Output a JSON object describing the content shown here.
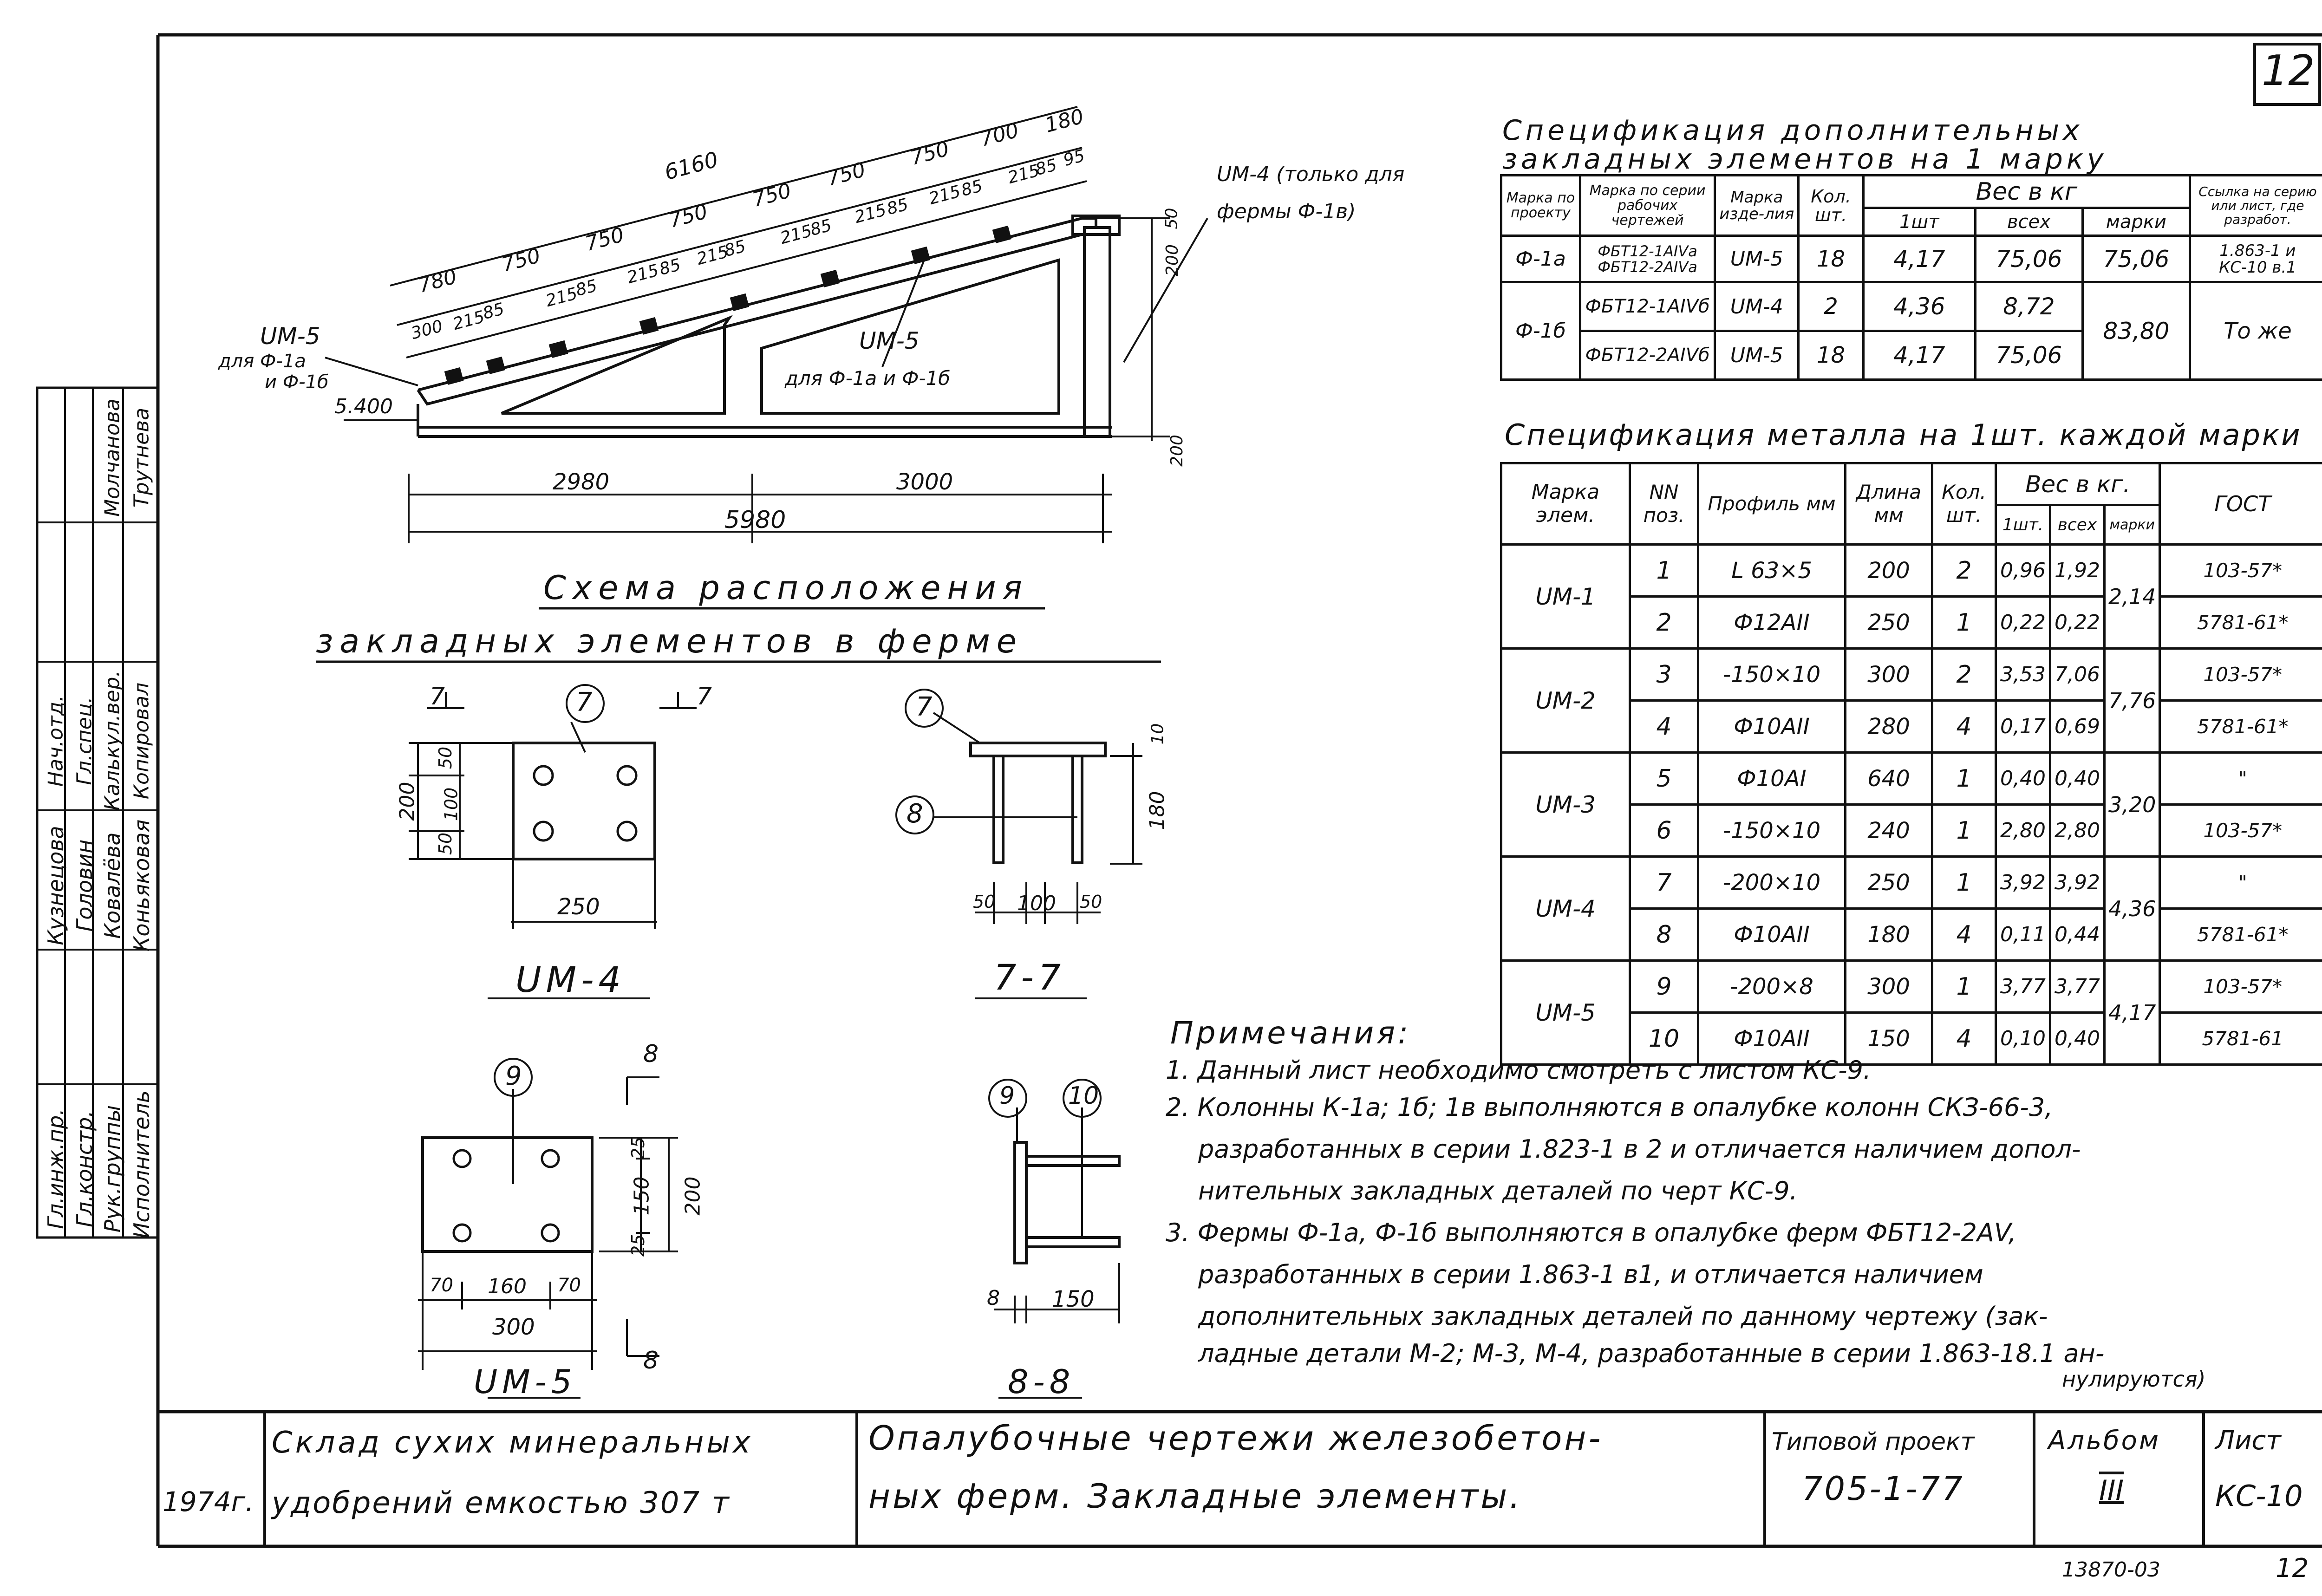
{
  "sheet": {
    "corner_number": "12",
    "bottom_code": "13870-03",
    "bottom_number": "12"
  },
  "approvals": {
    "roles": [
      "Гл.инж.пр.",
      "Гл.констр.",
      "Рук.группы",
      "Исполнитель"
    ],
    "names_a": [
      "Кузнецова",
      "Головин",
      "Ковалёва",
      "Коньяковая"
    ],
    "roles_b": [
      "Нач.отд.",
      "Гл.спец.",
      "Калькул.вер.",
      "Копировал"
    ],
    "names_b": [
      "Молчанова",
      "Трутнева"
    ]
  },
  "truss_scheme": {
    "title_line1": "Схема расположения",
    "title_line2": "закладных элементов в ферме",
    "dim_total_top": "6160",
    "dims_top": [
      "780",
      "750",
      "750",
      "750",
      "750",
      "750",
      "750",
      "700",
      "180"
    ],
    "dims_small": [
      "300",
      "215",
      "85",
      "215",
      "85",
      "215",
      "85",
      "215",
      "85",
      "215",
      "85",
      "215",
      "85",
      "215",
      "85",
      "215",
      "85",
      "215",
      "95"
    ],
    "dim_bottom_left": "2980",
    "dim_bottom_right": "3000",
    "dim_bottom_total": "5980",
    "level": "5.400",
    "dim_right_top": "50",
    "dim_right_mid": "200",
    "dim_right_bottom": "200",
    "label_um5_left": "UM-5",
    "label_um5_left_sub1": "для Ф-1а",
    "label_um5_left_sub2": "и Ф-1б",
    "label_um5_mid": "UM-5",
    "label_um5_mid_sub": "для Ф-1а и Ф-1б",
    "label_um4_line1": "UM-4 (только для",
    "label_um4_line2": "фермы Ф-1в)"
  },
  "detail_um4": {
    "title": "UM-4",
    "pos": "7",
    "cut_label": "7",
    "dim_width": "250",
    "dim_height": "200",
    "dims_vert": [
      "50",
      "100",
      "50"
    ]
  },
  "detail_77": {
    "title": "7-7",
    "pos_a": "7",
    "pos_b": "8",
    "dim_height": "180",
    "dim_thick": "10",
    "dims_horiz": [
      "50",
      "100",
      "50"
    ]
  },
  "detail_um5": {
    "title": "UM-5",
    "pos": "9",
    "cut_label": "8",
    "dim_width": "300",
    "dims_horiz": [
      "70",
      "160",
      "70"
    ],
    "dims_vert": [
      "25",
      "150",
      "25"
    ],
    "dim_height": "200"
  },
  "detail_88": {
    "title": "8-8",
    "pos_a": "9",
    "pos_b": "10",
    "dim_a": "8",
    "dim_b": "150"
  },
  "spec1": {
    "title_line1": "Спецификация дополнительных",
    "title_line2": "закладных элементов на 1 марку",
    "headers": {
      "mark": "Марка по проекту",
      "series": "Марка по серии рабочих чертежей",
      "item": "Марка изде-лия",
      "qty": "Кол. шт.",
      "weight": "Вес в кг",
      "w1": "1шт",
      "wall": "всех",
      "wmark": "марки",
      "ref": "Ссылка на серию или лист, где разработ."
    },
    "rows": [
      {
        "mark": "Ф-1а",
        "series": "ФБТ12-1АIVа ФБТ12-2АIVа",
        "item": "UM-5",
        "qty": "18",
        "w1": "4,17",
        "wall": "75,06",
        "wmark": "75,06",
        "ref": "1.863-1 и КС-10 в.1"
      },
      {
        "mark": "Ф-1б",
        "series": "ФБТ12-1АIVб",
        "item": "UM-4",
        "qty": "2",
        "w1": "4,36",
        "wall": "8,72",
        "wmark": "83,80",
        "ref": "То же"
      },
      {
        "mark": "",
        "series": "ФБТ12-2АIVб",
        "item": "UM-5",
        "qty": "18",
        "w1": "4,17",
        "wall": "75,06",
        "wmark": "",
        "ref": ""
      }
    ]
  },
  "spec2": {
    "title": "Спецификация металла на 1шт. каждой марки",
    "headers": {
      "mark": "Марка элем.",
      "pos": "NN поз.",
      "profile": "Профиль мм",
      "length": "Длина мм",
      "qty": "Кол. шт.",
      "weight": "Вес в кг.",
      "w1": "1шт.",
      "wall": "всех",
      "wmark": "марки",
      "gost": "ГОСТ"
    },
    "groups": [
      {
        "mark": "UM-1",
        "wmark": "2,14",
        "rows": [
          {
            "pos": "1",
            "profile": "L 63×5",
            "length": "200",
            "qty": "2",
            "w1": "0,96",
            "wall": "1,92",
            "gost": "103-57*"
          },
          {
            "pos": "2",
            "profile": "Ф12АII",
            "length": "250",
            "qty": "1",
            "w1": "0,22",
            "wall": "0,22",
            "gost": "5781-61*"
          }
        ]
      },
      {
        "mark": "UM-2",
        "wmark": "7,76",
        "rows": [
          {
            "pos": "3",
            "profile": "-150×10",
            "length": "300",
            "qty": "2",
            "w1": "3,53",
            "wall": "7,06",
            "gost": "103-57*"
          },
          {
            "pos": "4",
            "profile": "Ф10АII",
            "length": "280",
            "qty": "4",
            "w1": "0,17",
            "wall": "0,69",
            "gost": "5781-61*"
          }
        ]
      },
      {
        "mark": "UM-3",
        "wmark": "3,20",
        "rows": [
          {
            "pos": "5",
            "profile": "Ф10АI",
            "length": "640",
            "qty": "1",
            "w1": "0,40",
            "wall": "0,40",
            "gost": "\""
          },
          {
            "pos": "6",
            "profile": "-150×10",
            "length": "240",
            "qty": "1",
            "w1": "2,80",
            "wall": "2,80",
            "gost": "103-57*"
          }
        ]
      },
      {
        "mark": "UM-4",
        "wmark": "4,36",
        "rows": [
          {
            "pos": "7",
            "profile": "-200×10",
            "length": "250",
            "qty": "1",
            "w1": "3,92",
            "wall": "3,92",
            "gost": "\""
          },
          {
            "pos": "8",
            "profile": "Ф10АII",
            "length": "180",
            "qty": "4",
            "w1": "0,11",
            "wall": "0,44",
            "gost": "5781-61*"
          }
        ]
      },
      {
        "mark": "UM-5",
        "wmark": "4,17",
        "rows": [
          {
            "pos": "9",
            "profile": "-200×8",
            "length": "300",
            "qty": "1",
            "w1": "3,77",
            "wall": "3,77",
            "gost": "103-57*"
          },
          {
            "pos": "10",
            "profile": "Ф10АII",
            "length": "150",
            "qty": "4",
            "w1": "0,10",
            "wall": "0,40",
            "gost": "5781-61"
          }
        ]
      }
    ]
  },
  "notes": {
    "title": "Примечания:",
    "lines": [
      "1. Данный лист необходимо смотреть с листом КС-9.",
      "2. Колонны К-1а; 1б; 1в выполняются в опалубке колонн СКЗ-66-3,",
      "разработанных в серии 1.823-1 в 2 и отличается наличием допол-",
      "нительных закладных деталей по черт КС-9.",
      "3. Фермы Ф-1а, Ф-1б выполняются в опалубке ферм ФБТ12-2АV,",
      "разработанных в серии 1.863-1 в1, и отличается наличием",
      "дополнительных закладных деталей по данному чертежу (зак-",
      "ладные детали М-2; М-3, М-4, разработанные в серии 1.863-18.1 ан-",
      "нулируются)"
    ]
  },
  "title_block": {
    "year": "1974г.",
    "object_line1": "Склад сухих минеральных",
    "object_line2": "удобрений емкостью 307 т",
    "title_line1": "Опалубочные чертежи железобетон-",
    "title_line2": "ных ферм. Закладные элементы.",
    "project_label": "Типовой проект",
    "project_value": "705-1-77",
    "album_label": "Альбом",
    "album_value": "III",
    "sheet_label": "Лист",
    "sheet_value": "КС-10"
  }
}
